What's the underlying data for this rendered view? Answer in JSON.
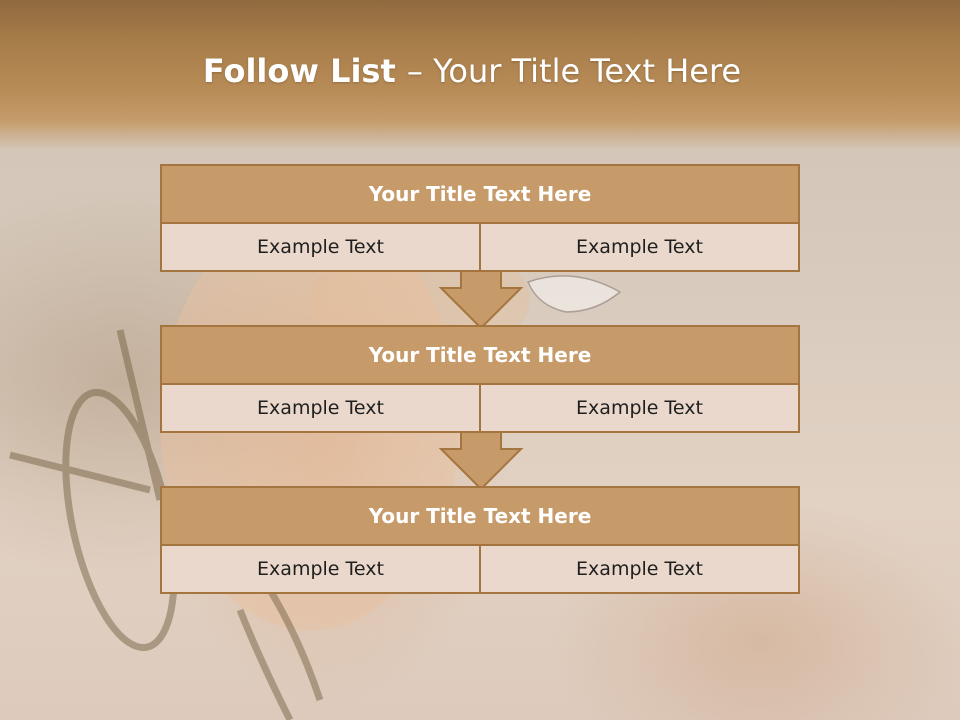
{
  "slide": {
    "title_strong": "Follow List ",
    "title_rest": " – Your Title Text Here"
  },
  "steps": [
    {
      "title": "Your Title Text Here",
      "cells": [
        "Example Text",
        "Example Text"
      ]
    },
    {
      "title": "Your Title Text Here",
      "cells": [
        "Example Text",
        "Example Text"
      ]
    },
    {
      "title": "Your Title Text Here",
      "cells": [
        "Example Text",
        "Example Text"
      ]
    }
  ],
  "colors": {
    "header_brown": "#a57b48",
    "box_title_fill": "#c79a69",
    "box_border": "#a5753f",
    "box_cell_fill": "#e9d8cb",
    "arrow_fill": "#c79a69"
  },
  "icons": {
    "flow_arrow": "down-arrow-icon"
  }
}
